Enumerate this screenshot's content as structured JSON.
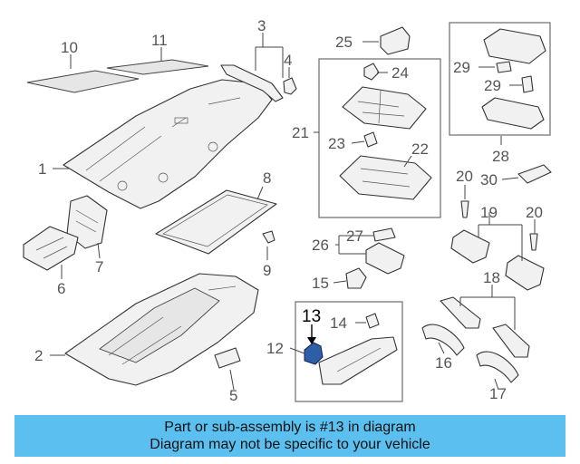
{
  "diagram": {
    "callouts": [
      "1",
      "2",
      "3",
      "4",
      "5",
      "6",
      "7",
      "8",
      "9",
      "10",
      "11",
      "12",
      "13",
      "14",
      "15",
      "16",
      "17",
      "18",
      "19",
      "20",
      "20",
      "21",
      "22",
      "23",
      "24",
      "25",
      "26",
      "27",
      "28",
      "29",
      "29",
      "30"
    ],
    "highlighted_part": "13"
  },
  "banner": {
    "line1": "Part or sub-assembly is #13 in diagram",
    "line2": "Diagram may not be specific to your vehicle",
    "background_color": "#5bc0f0"
  }
}
